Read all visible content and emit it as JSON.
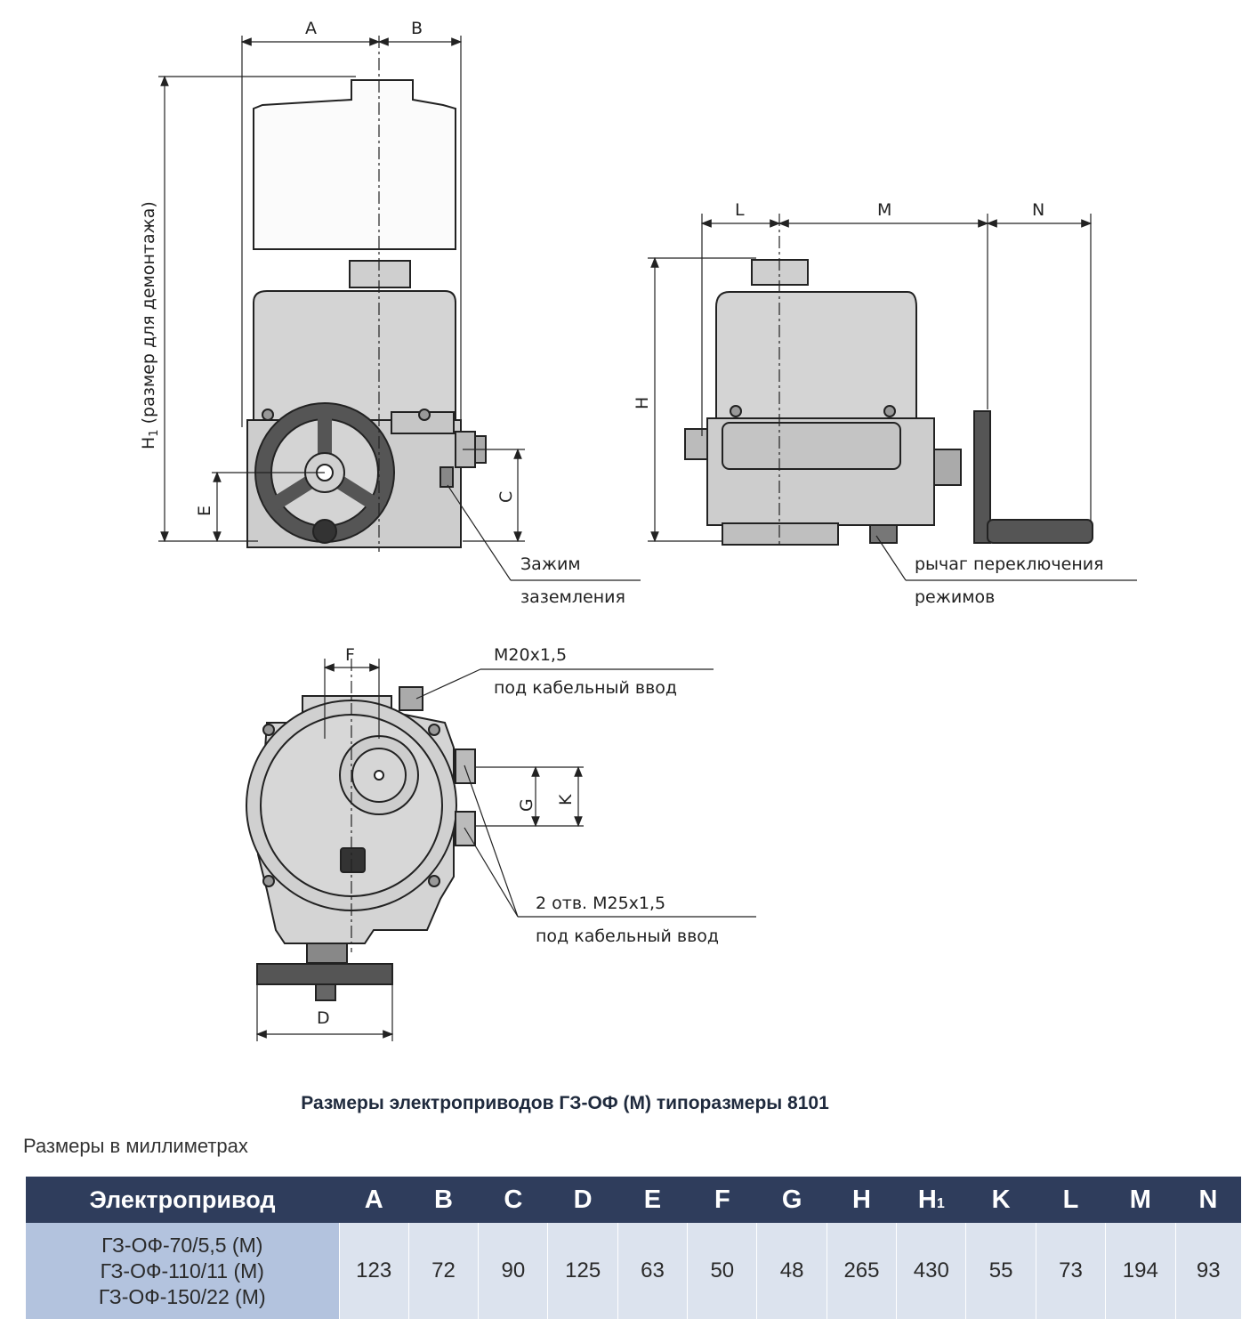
{
  "drawing": {
    "dim_labels": {
      "A": "A",
      "B": "B",
      "C": "C",
      "D": "D",
      "E": "E",
      "F": "F",
      "G": "G",
      "H": "H",
      "K": "K",
      "L": "L",
      "M": "M",
      "N": "N"
    },
    "h1_label": "H",
    "h1_sub": "1",
    "h1_note": "(размер для демонтажа)",
    "notes": {
      "ground_1": "Зажим",
      "ground_2": "заземления",
      "lever_1": "рычаг переключения",
      "lever_2": "режимов",
      "m20_1": "М20x1,5",
      "m20_2": "под кабельный ввод",
      "m25_1": "2 отв. М25x1,5",
      "m25_2": "под кабельный ввод"
    }
  },
  "title": "Размеры электроприводов ГЗ-ОФ (М) типоразмеры 8101",
  "units": "Размеры в миллиметрах",
  "table": {
    "headers": [
      "Электропривод",
      "A",
      "B",
      "C",
      "D",
      "E",
      "F",
      "G",
      "H",
      "H",
      "K",
      "L",
      "M",
      "N"
    ],
    "h1_sub": "1",
    "models": [
      "ГЗ-ОФ-70/5,5 (М)",
      "ГЗ-ОФ-110/11 (М)",
      "ГЗ-ОФ-150/22 (М)"
    ],
    "values": [
      "123",
      "72",
      "90",
      "125",
      "63",
      "50",
      "48",
      "265",
      "430",
      "55",
      "73",
      "194",
      "93"
    ]
  },
  "colors": {
    "header_bg": "#2f3d5c",
    "model_bg": "#b3c3de",
    "cell_bg": "#dce3ee",
    "body_grey": "#d4d4d4"
  }
}
